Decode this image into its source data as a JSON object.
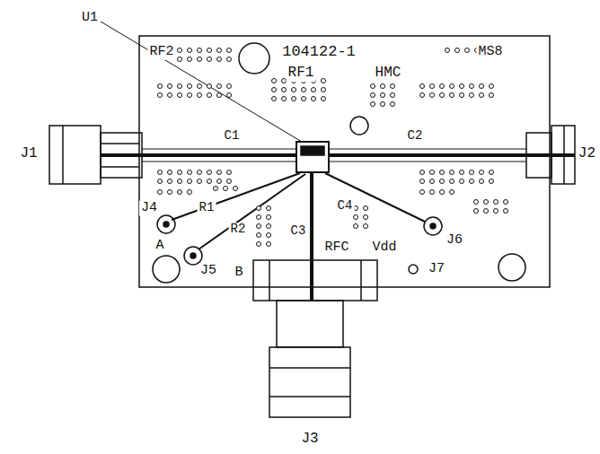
{
  "diagram": {
    "labels": [
      "U1",
      "RF2",
      "104122-1",
      "RF1",
      "HMC",
      "MS8",
      "J1",
      "J2",
      "C1",
      "C2",
      "J4",
      "R1",
      "R2",
      "C4",
      "J6",
      "C3",
      "RFC",
      "Vdd",
      "A",
      "J5",
      "B",
      "J7",
      "J3"
    ]
  }
}
